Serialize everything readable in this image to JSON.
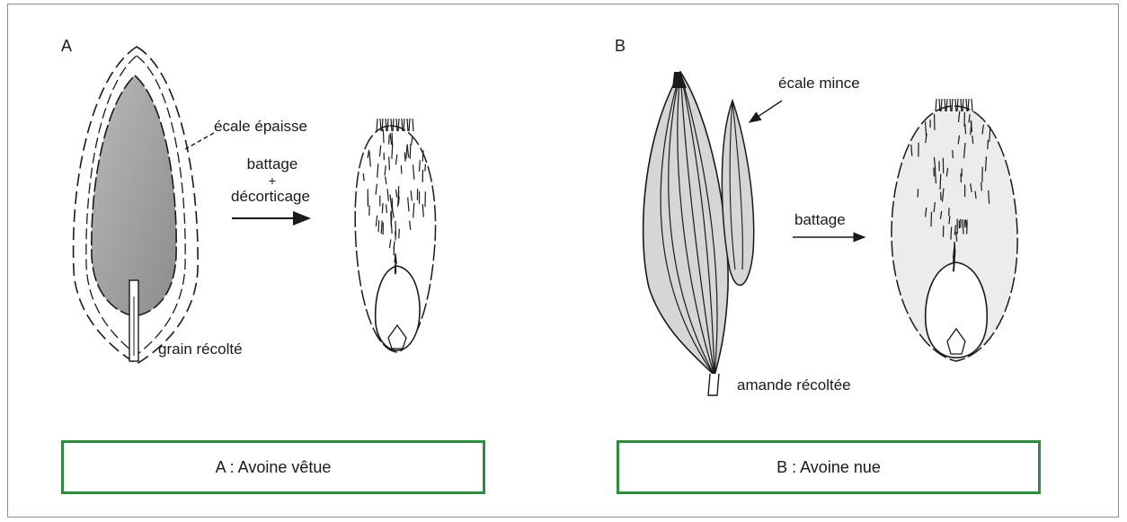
{
  "panel_a": {
    "letter": "A",
    "label_hull": "écale épaisse",
    "label_process_1": "battage",
    "label_process_plus": "+",
    "label_process_2": "décorticage",
    "label_grain": "grain récolté",
    "caption": "A : Avoine vêtue"
  },
  "panel_b": {
    "letter": "B",
    "label_hull": "écale mince",
    "label_process": "battage",
    "label_kernel": "amande récoltée",
    "caption": "B : Avoine nue"
  },
  "colors": {
    "caption_border": "#2e8b3e",
    "line": "#1a1a1a",
    "fill_grey": "#d6d6d6"
  }
}
